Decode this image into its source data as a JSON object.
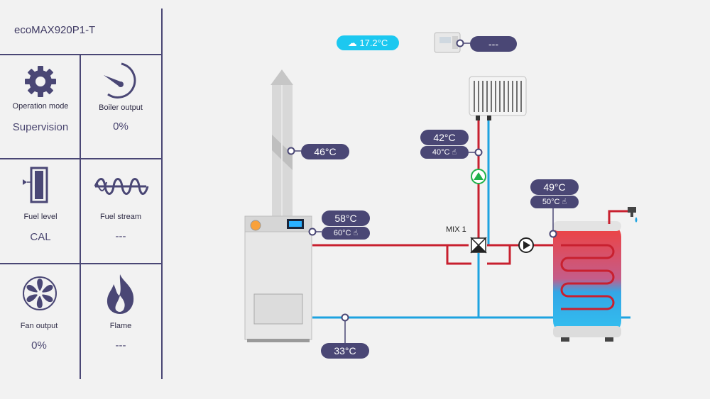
{
  "app": {
    "title": "ecoMAX920P1-T"
  },
  "tiles": {
    "operation_mode": {
      "label": "Operation mode",
      "value": "Supervision",
      "icon": "gear-icon"
    },
    "boiler_output": {
      "label": "Boiler output",
      "value": "0%",
      "icon": "gauge-icon"
    },
    "fuel_level": {
      "label": "Fuel level",
      "value": "CAL",
      "icon": "fuel-tank-icon"
    },
    "fuel_stream": {
      "label": "Fuel stream",
      "value": "---",
      "icon": "feeder-screw-icon"
    },
    "fan_output": {
      "label": "Fan output",
      "value": "0%",
      "icon": "fan-icon"
    },
    "flame": {
      "label": "Flame",
      "value": "---",
      "icon": "flame-icon"
    }
  },
  "diagram": {
    "outdoor_temp": "17.2°C",
    "room_thermostat": "---",
    "flue_temp": "46°C",
    "boiler_temp": "58°C",
    "boiler_setpoint": "60°C",
    "mixer_temp": "42°C",
    "mixer_setpoint": "40°C",
    "mixer_label": "MIX 1",
    "dhw_temp": "49°C",
    "dhw_setpoint": "50°C",
    "return_temp": "33°C"
  },
  "colors": {
    "accent": "#4a4775",
    "hot": "#c8202f",
    "cold": "#1da3e0",
    "outdoor": "#1cc8f0",
    "pump_green": "#1fb14a"
  }
}
